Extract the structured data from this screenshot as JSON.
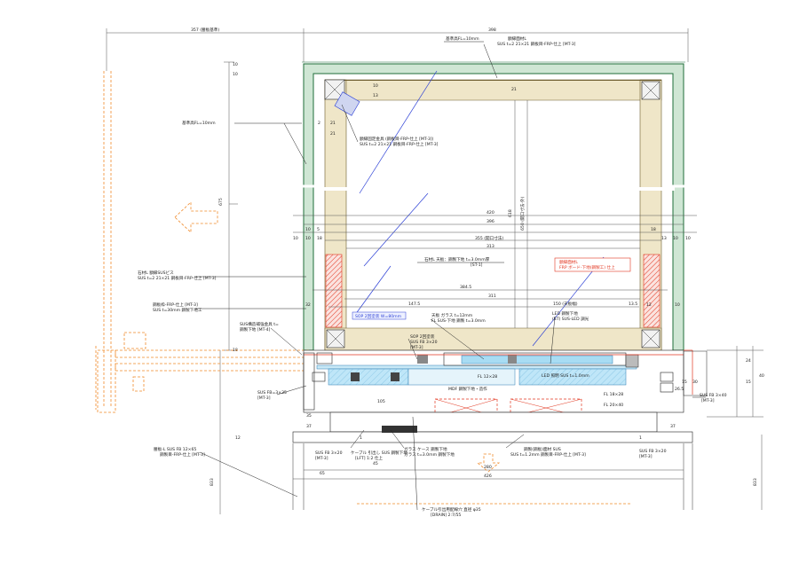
{
  "top_dims": {
    "left": "357 (腰板基準)",
    "right": "398"
  },
  "notes": {
    "kijun_top": "基準高FL=10mm",
    "frame_top_1": "額縁面材L",
    "frame_top_2": "SUS t=2 21×21 鋼板目-FRP-仕上 [MT-3]",
    "corner_note_1": "額縁固定金具 (鋼板目-FRP-仕上 [MT-3])",
    "corner_note_2": "SUS t=2 21×21 鋼板目-FRP-仕上 [MT-3]",
    "kijun_left": "基準高FL=10mm",
    "left_note_1a": "石材L 額縁SUSビス",
    "left_note_1b": "SUS t=2 21×21 鋼板目-FRP-仕上 [MT-3]",
    "left_note_2a": "鋼板枠-FRP-仕上 [MT-3]",
    "left_note_2b": "SUS t=30mm 鋼製下地工",
    "left_note_3a": "SUS構造補強金具 t=",
    "left_note_3b": "鋼製下地 [MT-4]",
    "sus_fb_left": "SUS FB=3×35",
    "sus_fb_left_mt": "[MT-3]",
    "bottom_left_1": "腰板-L SUS FB 12×65",
    "bottom_left_2": "鋼製目-FRP-仕上 [MT-3]",
    "top_plate_1": "SOP 2回塗装",
    "top_plate_2": "SUS FB 3×20",
    "sus_fb_mt": "[MT-3]",
    "stone_note": "石材L 天板：鋼製下地 t=3.0mm厚",
    "stone_note_2": "[ST-1]",
    "right_box_1": "額縁面材L",
    "right_box_2": "FRP ボード-下地(鋼製工) 仕上",
    "flat_bar_note": "鋼製(鋼板)面材 SUS t=1.2mm",
    "flat_bar_note_2": "鋼製目-FRP-仕上 [MT-3]",
    "inner_note_1": "天板 ガラス t=12mm",
    "inner_note_2": "FL SUS-下地 鋼製 t=3.0mm",
    "mdf_note": "MDF 鋼製下地・造作",
    "led_note": "LED 照明 SUS t=1.0mm",
    "right_led_1": "LED 鋼製下地",
    "right_led_2": "(ST) SUS-LED 調光",
    "bottom_center_1": "ガラス ケース 鋼製下地",
    "bottom_center_2": "ガラス t=3.0mm 鋼製下地",
    "bottom_mid_1": "鋼製(鋼板)面材 SUS",
    "bottom_mid_2": "SUS t=1.2mm 鋼製目-FRP-仕上 [MT-3]",
    "fb_20_left": "SUS FB 3×20",
    "fb_20_left_mt": "[MT-3]",
    "fb_20_right": "SUS FB 3×20",
    "fb_20_right_mt": "[MT-3]",
    "bottom_note_1": "ケーブル 引出し SUS 鋼製下地",
    "bottom_note_2": "[LFT] 1:2 仕上",
    "drain_1": "ケーブル引出用配線穴 直径 φ35",
    "drain_2": "[DRAIN] 2:7/55",
    "sop_tag": "SOP 2回塗装 W=80mm",
    "tag_right_1": "SUS FB 3×40",
    "tag_right_2": "[MT-3]",
    "fl_18": "FL 18×28",
    "fl_20": "FL 20×40",
    "fl_12": "FL 12×28"
  },
  "dims": {
    "d10": "10",
    "d21": "21",
    "d13": "13",
    "d2": "2",
    "d5": "5",
    "d420": "420",
    "d396": "396",
    "d355": "355 (開口寸法)",
    "d313": "313",
    "d384": "384.5",
    "d311": "311",
    "d1475": "147.5",
    "d150": "150 (天板幅)",
    "d135": "13.5",
    "d105": "105",
    "d35": "35",
    "d37": "37",
    "d45": "45",
    "d65": "65",
    "d280": "280",
    "d426": "426",
    "d12": "12",
    "d1": "1",
    "d675": "675",
    "d618": "618",
    "d650": "650 (開口寸法-外)",
    "d833": "833",
    "d32": "32",
    "d18": "18",
    "d24": "24",
    "d15": "15",
    "d265": "26.5",
    "d30": "30",
    "d40": "40"
  },
  "colors": {
    "frame_green": "#1f6e3a",
    "tube": "#efe6c8",
    "red": "#e2351f",
    "blue": "#2b3fd6",
    "orange": "#f08a2a",
    "glass": "#a8dcf3"
  }
}
